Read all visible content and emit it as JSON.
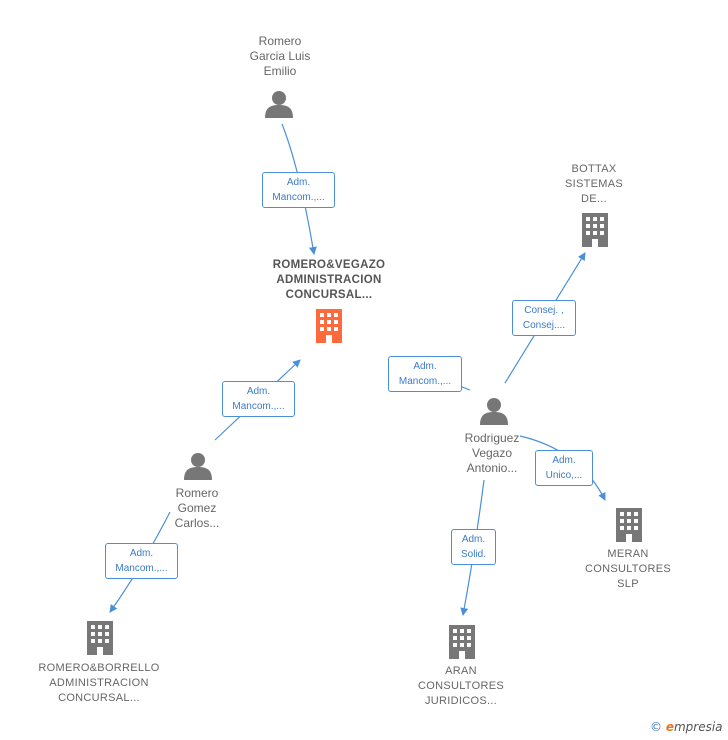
{
  "nodes": {
    "romero_garcia": {
      "lines": [
        "Romero",
        "Garcia Luis",
        "Emilio"
      ],
      "type": "person"
    },
    "romero_vegazo_admin": {
      "lines": [
        "ROMERO&VEGAZO",
        "ADMINISTRACION",
        "CONCURSAL..."
      ],
      "type": "company",
      "highlight": "#ff6a3d"
    },
    "bottax": {
      "lines": [
        "BOTTAX",
        "SISTEMAS",
        "DE..."
      ],
      "type": "company"
    },
    "romero_gomez": {
      "lines": [
        "Romero",
        "Gomez",
        "Carlos..."
      ],
      "type": "person"
    },
    "rodriguez_vegazo": {
      "lines": [
        "Rodriguez",
        "Vegazo",
        "Antonio..."
      ],
      "type": "person"
    },
    "meran": {
      "lines": [
        "MERAN",
        "CONSULTORES",
        "SLP"
      ],
      "type": "company"
    },
    "romero_borrello": {
      "lines": [
        "ROMERO&BORRELLO",
        "ADMINISTRACION",
        "CONCURSAL..."
      ],
      "type": "company"
    },
    "aran": {
      "lines": [
        "ARAN",
        "CONSULTORES",
        "JURIDICOS..."
      ],
      "type": "company"
    }
  },
  "edges": {
    "e1": {
      "lines": [
        "Adm.",
        "Mancom.,..."
      ]
    },
    "e2": {
      "lines": [
        "Adm.",
        "Mancom.,..."
      ]
    },
    "e3": {
      "lines": [
        "Adm.",
        "Mancom.,..."
      ]
    },
    "e4": {
      "lines": [
        "Consej. ,",
        "Consej...."
      ]
    },
    "e5": {
      "lines": [
        "Adm.",
        "Unico,..."
      ]
    },
    "e6": {
      "lines": [
        "Adm.",
        "Mancom.,..."
      ]
    },
    "e7": {
      "lines": [
        "Adm.",
        "Solid."
      ]
    }
  },
  "colors": {
    "edge": "#4a90d9",
    "icon": "#777777",
    "focus_icon": "#ff6a3d"
  },
  "brand": {
    "copyright": "©",
    "e": "e",
    "rest": "mpresia"
  }
}
